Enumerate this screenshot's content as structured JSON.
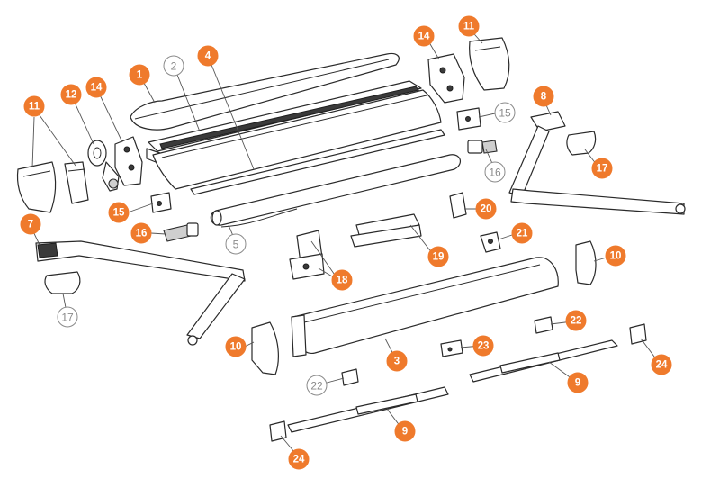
{
  "colors": {
    "callout": "#ef7a2c",
    "callout_text": "#ffffff",
    "outline_callout": "#8a8a8a",
    "line": "#2a2a2a"
  },
  "callouts": [
    {
      "label": "1",
      "style": "filled"
    },
    {
      "label": "2",
      "style": "outline"
    },
    {
      "label": "4",
      "style": "filled"
    },
    {
      "label": "11",
      "style": "filled"
    },
    {
      "label": "12",
      "style": "filled"
    },
    {
      "label": "14",
      "style": "filled"
    },
    {
      "label": "15",
      "style": "filled"
    },
    {
      "label": "16",
      "style": "filled"
    },
    {
      "label": "5",
      "style": "outline"
    },
    {
      "label": "7",
      "style": "filled"
    },
    {
      "label": "17",
      "style": "outline"
    },
    {
      "label": "10",
      "style": "filled"
    },
    {
      "label": "14",
      "style": "filled"
    },
    {
      "label": "11",
      "style": "filled"
    },
    {
      "label": "15",
      "style": "outline"
    },
    {
      "label": "16",
      "style": "outline"
    },
    {
      "label": "8",
      "style": "filled"
    },
    {
      "label": "17",
      "style": "filled"
    },
    {
      "label": "20",
      "style": "filled"
    },
    {
      "label": "21",
      "style": "filled"
    },
    {
      "label": "19",
      "style": "filled"
    },
    {
      "label": "18",
      "style": "filled"
    },
    {
      "label": "10",
      "style": "filled"
    },
    {
      "label": "3",
      "style": "filled"
    },
    {
      "label": "22",
      "style": "filled"
    },
    {
      "label": "23",
      "style": "filled"
    },
    {
      "label": "22",
      "style": "outline"
    },
    {
      "label": "9",
      "style": "filled"
    },
    {
      "label": "24",
      "style": "filled"
    },
    {
      "label": "9",
      "style": "filled"
    },
    {
      "label": "24",
      "style": "filled"
    }
  ]
}
